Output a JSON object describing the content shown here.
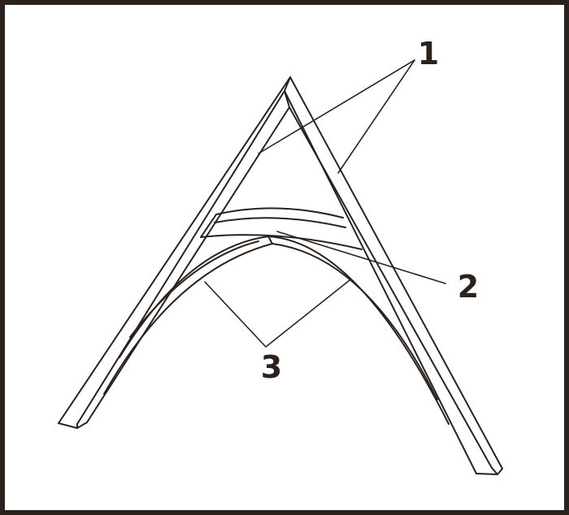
{
  "diagram": {
    "line_color": "#2b211d",
    "background": "#ffffff",
    "callouts": {
      "rafters": "1",
      "collar_tie": "2",
      "arched_braces": "3"
    }
  }
}
